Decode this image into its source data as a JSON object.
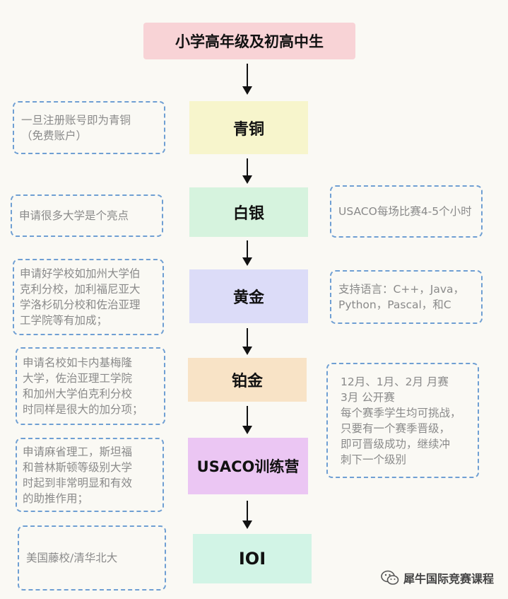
{
  "title": "小学高年级及初高中生",
  "levels": [
    "青铜",
    "白银",
    "黄金",
    "铂金",
    "USACO训练营",
    "IOI"
  ],
  "colors": {
    "title": "#f8d3d6",
    "bronze": "#f7f5cc",
    "silver": "#d6f3de",
    "gold": "#dcdcf8",
    "platinum": "#f8e3c6",
    "camp": "#ebc6f3",
    "ioi": "#d2f4e6",
    "dash": "#6f9fd3"
  },
  "left_notes": [
    "一旦注册账号即为青铜\n（免费账户）",
    "申请很多大学是个亮点",
    "申请好学校如加州大学伯\n克利分校，加利福尼亚大\n学洛杉矶分校和佐治亚理\n工学院等有加成；",
    "申请名校如卡内基梅隆\n大学，佐治亚理工学院\n和加州大学伯克利分校\n时同样是很大的加分项；",
    "申请麻省理工，斯坦福\n和普林斯顿等级别大学\n时起到非常明显和有效\n的助推作用；",
    "美国藤校/清华北大"
  ],
  "right_notes": [
    "USACO每场比赛4-5个小时",
    "支持语言：C++，Java，\nPython，Pascal，和C",
    "12月、1月、2月   月赛\n3月 公开赛\n每个赛季学生均可挑战，\n只要有一个赛季晋级，\n即可晋级成功，继续冲\n刺下一个级别"
  ],
  "watermark": "犀牛国际竞赛课程",
  "watermark_icon": "wechat-icon"
}
